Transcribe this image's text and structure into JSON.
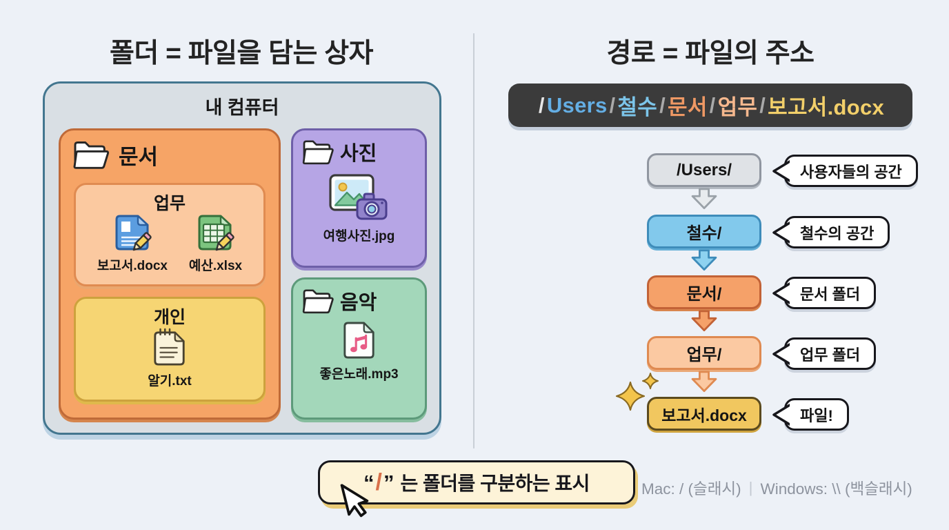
{
  "titles": {
    "left": "폴더 = 파일을 담는 상자",
    "right": "경로 = 파일의 주소"
  },
  "computer": {
    "label": "내 컴퓨터",
    "documents": {
      "label": "문서",
      "icon": "open-folder-icon",
      "work": {
        "label": "업무",
        "files": [
          {
            "name": "보고서.docx",
            "icon": "blue-document-pencil-icon"
          },
          {
            "name": "예산.xlsx",
            "icon": "green-spreadsheet-pencil-icon"
          }
        ]
      },
      "personal": {
        "label": "개인",
        "files": [
          {
            "name": "알기.txt",
            "icon": "memo-note-icon"
          }
        ]
      }
    },
    "photos": {
      "label": "사진",
      "icon": "open-folder-icon",
      "files": [
        {
          "name": "여행사진.jpg",
          "icon": "photo-camera-icon"
        }
      ]
    },
    "music": {
      "label": "음악",
      "icon": "open-folder-icon",
      "files": [
        {
          "name": "좋은노래.mp3",
          "icon": "music-file-icon"
        }
      ]
    }
  },
  "path_bar": {
    "segments": [
      {
        "text": "/",
        "color": "#e6e6e6"
      },
      {
        "text": "Users",
        "color": "#64aee4"
      },
      {
        "text": "/",
        "color": "#a9a9a9"
      },
      {
        "text": "철수",
        "color": "#7cc5ea"
      },
      {
        "text": "/",
        "color": "#a9a9a9"
      },
      {
        "text": "문서",
        "color": "#ee9864"
      },
      {
        "text": "/",
        "color": "#a9a9a9"
      },
      {
        "text": "업무",
        "color": "#f6b88e"
      },
      {
        "text": "/",
        "color": "#a9a9a9"
      },
      {
        "text": "보고서.docx",
        "color": "#f2cf6a"
      }
    ]
  },
  "path_steps": [
    {
      "label": "/Users/",
      "bubble": "사용자들의 공간",
      "fill": "#dfe2e6",
      "border": "#9096a0"
    },
    {
      "label": "철수/",
      "bubble": "철수의 공간",
      "fill": "#82c9ec",
      "border": "#3e8cba"
    },
    {
      "label": "문서/",
      "bubble": "문서 폴더",
      "fill": "#f5a169",
      "border": "#c26236"
    },
    {
      "label": "업무/",
      "bubble": "업무 폴더",
      "fill": "#fbc9a2",
      "border": "#df8a51"
    },
    {
      "label": "보고서.docx",
      "bubble": "파일!",
      "fill": "#f1c75f",
      "border": "#5b4a1e"
    }
  ],
  "footer": {
    "quote_open": "“",
    "slash": "/",
    "quote_close": "”",
    "text": "는 폴더를 구분하는 표시",
    "os_mac": "Mac: / (슬래시)",
    "os_divider": "|",
    "os_windows": "Windows: \\\\ (백슬래시)"
  },
  "colors": {
    "background": "#edf1f7",
    "computer_box": "#d9dfe4",
    "computer_border": "#43768f",
    "documents_box": "#f6a466",
    "work_box": "#fbc9a0",
    "personal_box": "#f6d573",
    "photos_box": "#b6a5e5",
    "music_box": "#a3d7ba",
    "path_bar_bg": "#3b3b3b",
    "slash_accent": "#d9704a"
  },
  "decorations": {
    "sparkles": "sparkle-stars-icon",
    "cursor": "mouse-cursor-icon"
  }
}
